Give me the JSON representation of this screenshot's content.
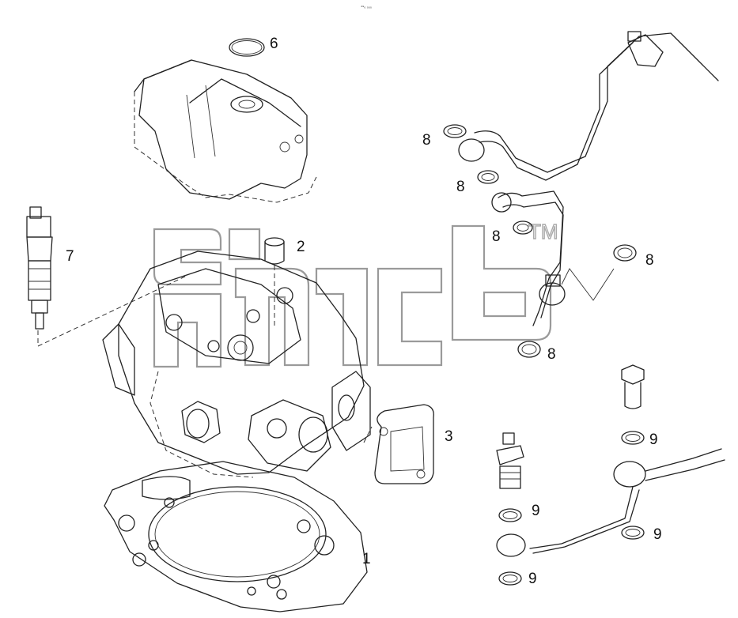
{
  "figure": {
    "code": "⁴⁹₀ ₀₀₀",
    "watermark": "TM",
    "parts": [
      {
        "id": "cylinder-head-gasket",
        "label": "1"
      },
      {
        "id": "cylinder-head-sleeve",
        "label": "2"
      },
      {
        "id": "flange-gasket",
        "label": "3"
      },
      {
        "id": "cover-o-ring",
        "label": "6"
      },
      {
        "id": "injector",
        "label": "7"
      },
      {
        "id": "seal-ring-a",
        "label": "8"
      },
      {
        "id": "seal-ring-b",
        "label": "8"
      },
      {
        "id": "seal-ring-c",
        "label": "8"
      },
      {
        "id": "seal-ring-d",
        "label": "8"
      },
      {
        "id": "seal-ring-e",
        "label": "8"
      },
      {
        "id": "seal-ring-f",
        "label": "9"
      },
      {
        "id": "seal-ring-g",
        "label": "9"
      },
      {
        "id": "seal-ring-h",
        "label": "9"
      },
      {
        "id": "seal-ring-i",
        "label": "9"
      }
    ]
  }
}
